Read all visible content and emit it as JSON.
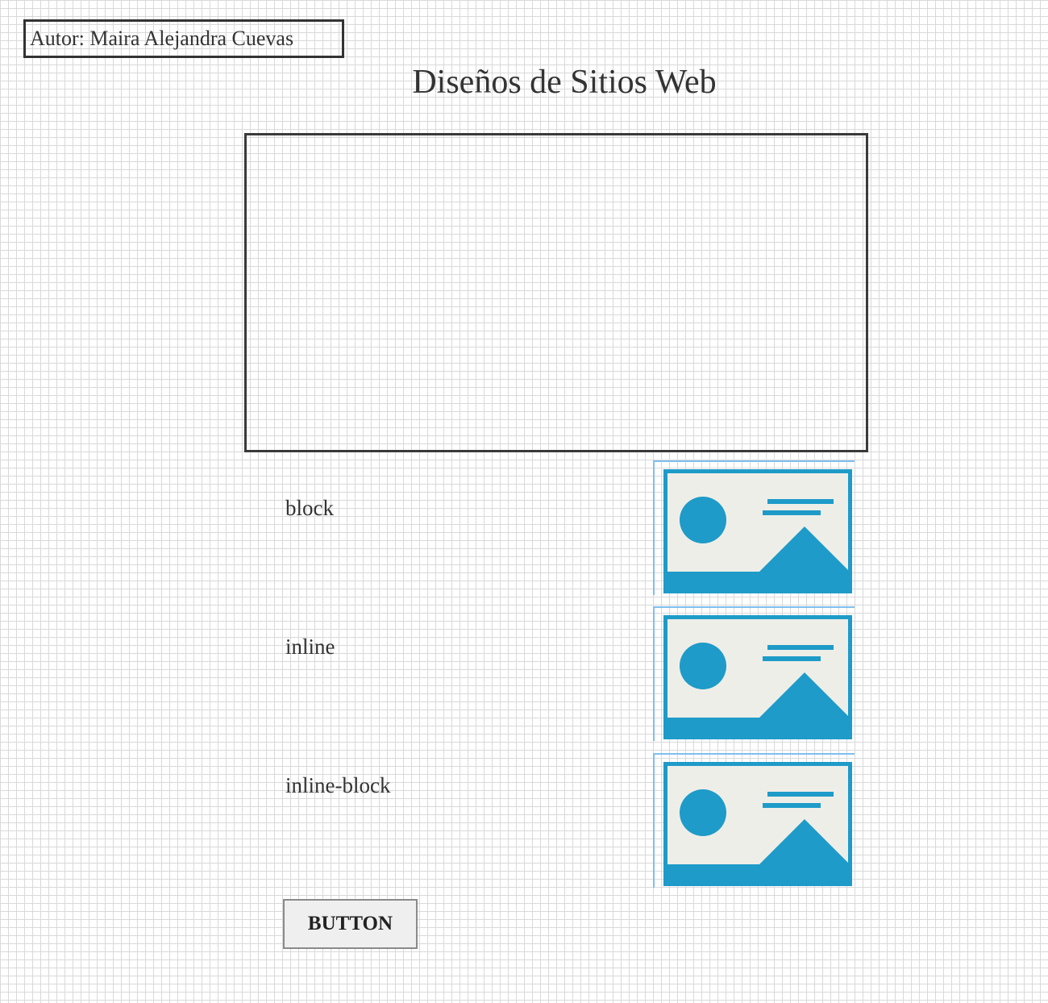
{
  "author": {
    "label": "Autor: Maira Alejandra Cuevas"
  },
  "header": {
    "title": "Diseños de Sitios Web"
  },
  "rows": [
    {
      "label": "block",
      "icon": "image-placeholder-icon"
    },
    {
      "label": "inline",
      "icon": "image-placeholder-icon"
    },
    {
      "label": "inline-block",
      "icon": "image-placeholder-icon"
    }
  ],
  "button": {
    "label": "BUTTON"
  },
  "colors": {
    "grid": "#d9d9d9",
    "icon_blue": "#1e9bc8",
    "icon_bg": "#eeeee8",
    "border": "#333333",
    "selection_blue": "#7fbff0"
  }
}
